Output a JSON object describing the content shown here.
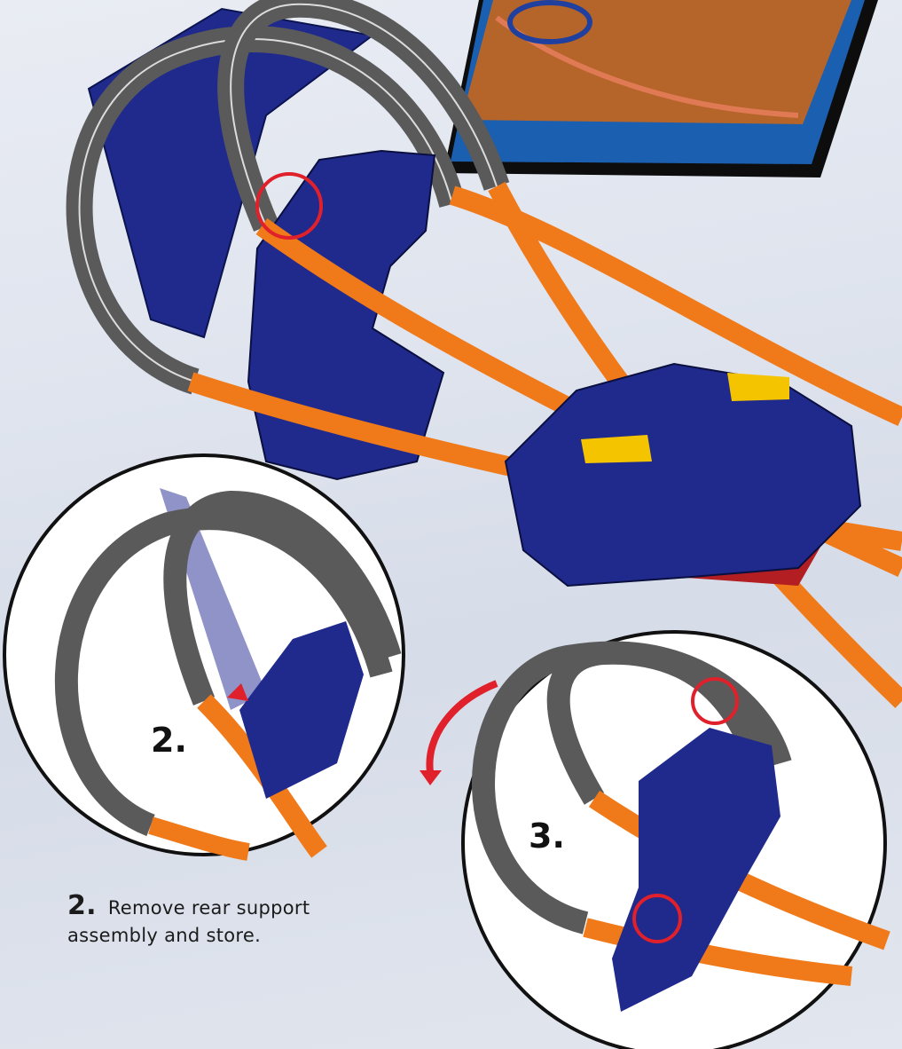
{
  "inset_photo": {
    "description_visible": false
  },
  "callouts": {
    "step2_label": "2.",
    "step3_label": "3."
  },
  "instruction": {
    "number": "2.",
    "line1": "Remove rear support",
    "line2": "assembly and store."
  },
  "colors": {
    "track_orange": "#f07a1a",
    "track_gray": "#6b6b6b",
    "support_blue": "#1f2a8c",
    "highlight_red": "#e0202a",
    "launcher_yellow": "#f5c400",
    "base_red": "#b21e22",
    "photo_frame_blue": "#1a5fb0"
  }
}
